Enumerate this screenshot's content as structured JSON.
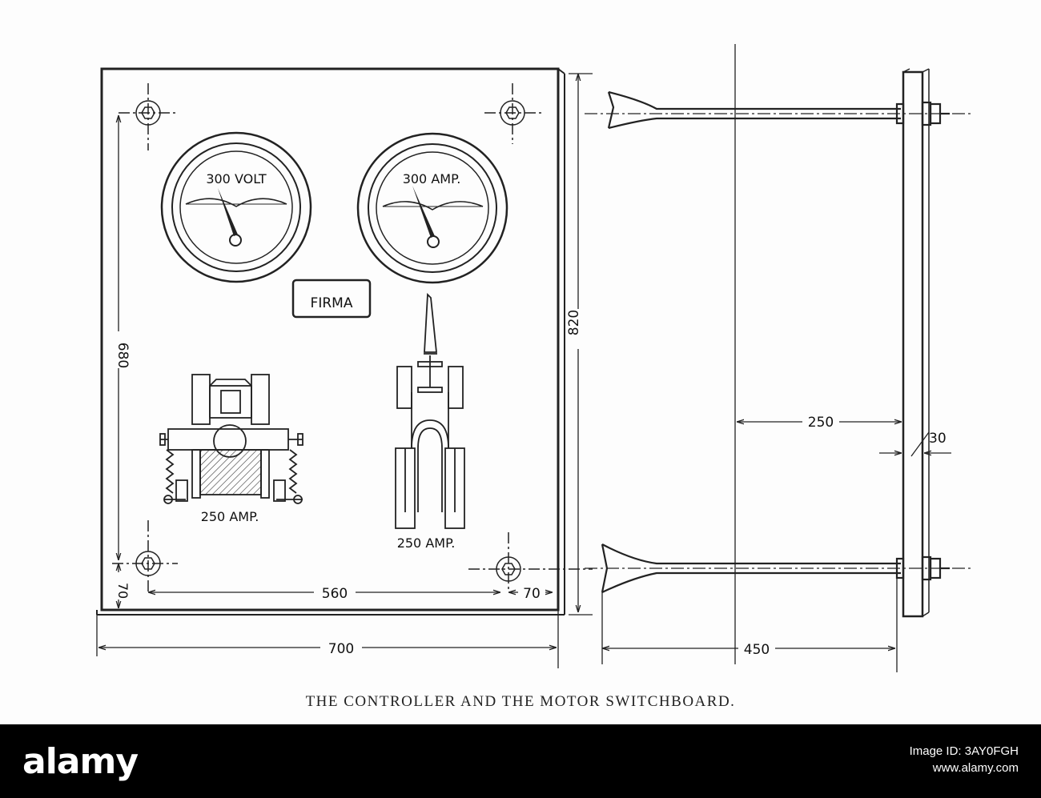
{
  "caption": "THE CONTROLLER AND THE MOTOR SWITCHBOARD.",
  "panel": {
    "volt_meter_label": "300 VOLT",
    "amp_meter_label": "300 AMP.",
    "nameplate": "FIRMA",
    "fuse_label": "250 AMP.",
    "switch_label": "250 AMP."
  },
  "dimensions": {
    "panel_width": "700",
    "panel_height": "820",
    "bolt_vertical_span": "680",
    "bolt_horizontal_span": "560",
    "bottom_offset": "70",
    "side_offset": "70",
    "wall_clearance": "250",
    "board_thickness": "30",
    "mount_depth": "450"
  },
  "footer": {
    "logo": "alamy",
    "image_id": "Image ID: 3AY0FGH",
    "site": "www.alamy.com"
  }
}
